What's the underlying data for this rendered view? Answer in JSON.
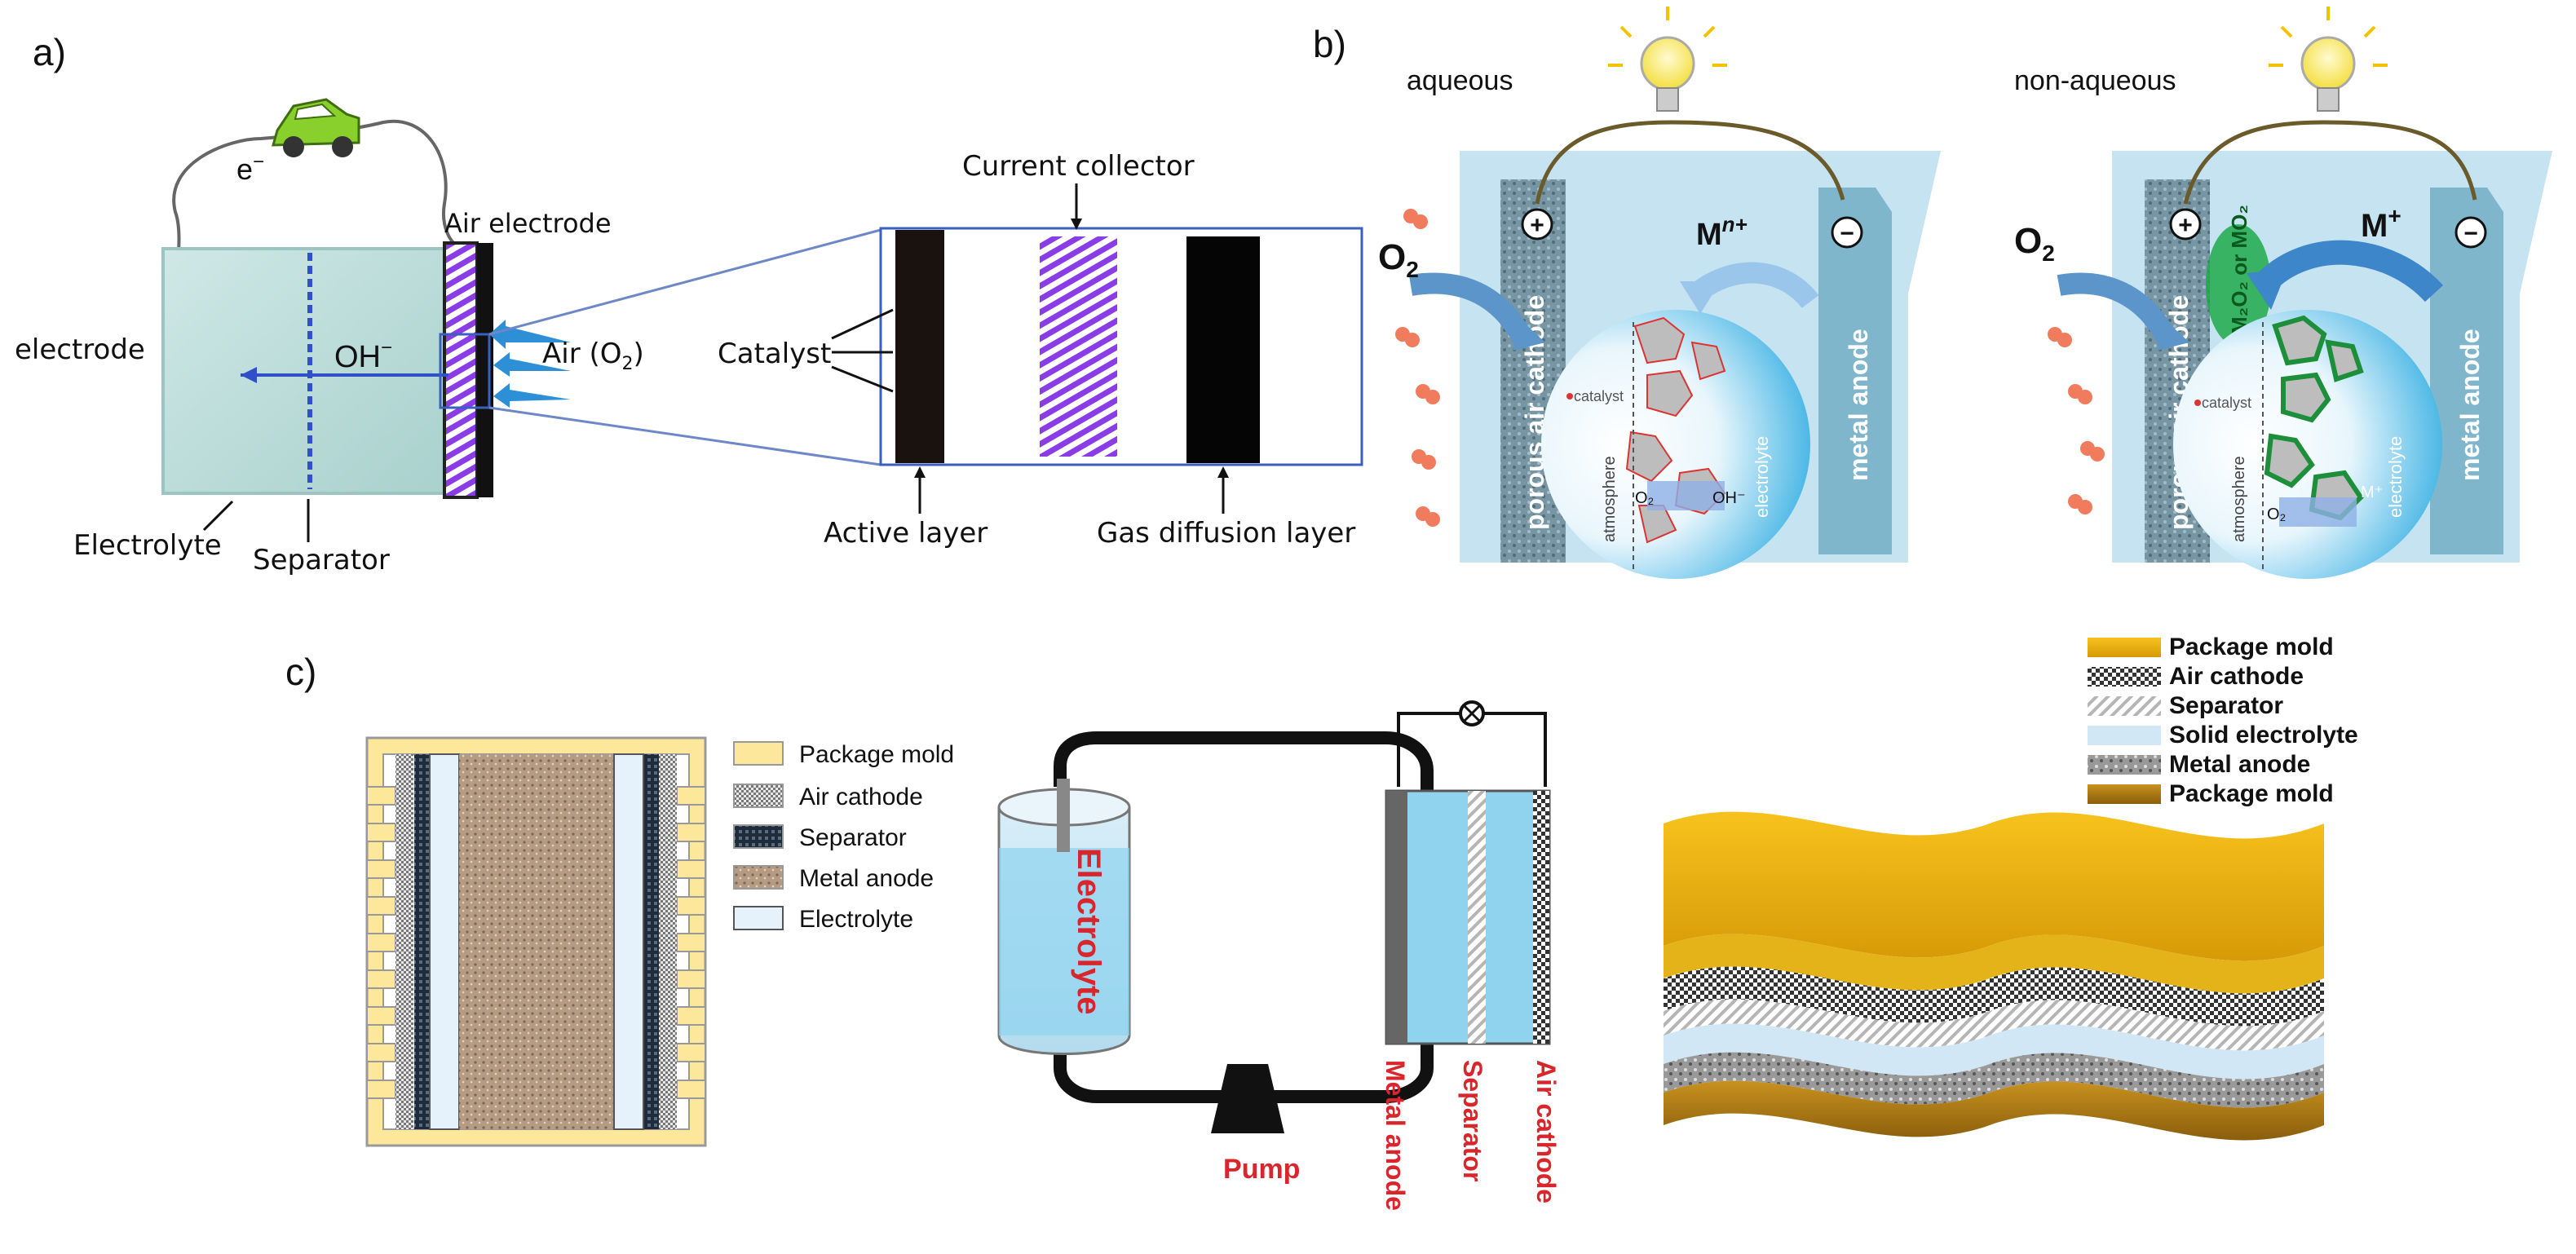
{
  "panel_a": {
    "tag": "a)",
    "electron": "e",
    "electron_sup": "−",
    "air_electrode": "Air electrode",
    "electrode": "electrode",
    "hydroxide": "OH",
    "hydroxide_sup": "−",
    "air_o2": "Air (O",
    "air_o2_sub": "2",
    "air_o2_close": ")",
    "electrolyte": "Electrolyte",
    "separator": "Separator",
    "current_collector": "Current collector",
    "catalyst": "Catalyst",
    "active_layer": "Active layer",
    "gas_diffusion_layer": "Gas diffusion layer"
  },
  "panel_b": {
    "tag": "b)",
    "aqueous": {
      "title": "aqueous",
      "o2": "O",
      "o2_sub": "2",
      "ion": "M",
      "ion_sup": "n+",
      "cathode": "porous air cathode",
      "anode": "metal anode",
      "atmosphere": "atmosphere",
      "catalyst": "catalyst",
      "o2_small": "O₂",
      "oh_small": "OH⁻",
      "electrolyte": "electrolyte",
      "plus": "+",
      "minus": "−"
    },
    "nonaqueous": {
      "title": "non-aqueous",
      "o2": "O",
      "o2_sub": "2",
      "ion": "M",
      "ion_sup": "+",
      "product": "M₂O₂ or MO₂",
      "cathode": "porous air cathode",
      "anode": "metal anode",
      "atmosphere": "atmosphere",
      "catalyst": "catalyst",
      "o2_small": "O₂",
      "m_small": "M⁺",
      "electrolyte": "electrolyte",
      "plus": "+",
      "minus": "−"
    }
  },
  "panel_c": {
    "tag": "c)",
    "legend_left": [
      "Package mold",
      "Air cathode",
      "Separator",
      "Metal anode",
      "Electrolyte"
    ],
    "flow": {
      "electrolyte": "Electrolyte",
      "pump": "Pump",
      "metal_anode": "Metal anode",
      "separator": "Separator",
      "air_cathode": "Air cathode"
    },
    "legend_right": [
      "Package mold",
      "Air cathode",
      "Separator",
      "Solid electrolyte",
      "Metal anode",
      "Package mold"
    ]
  }
}
